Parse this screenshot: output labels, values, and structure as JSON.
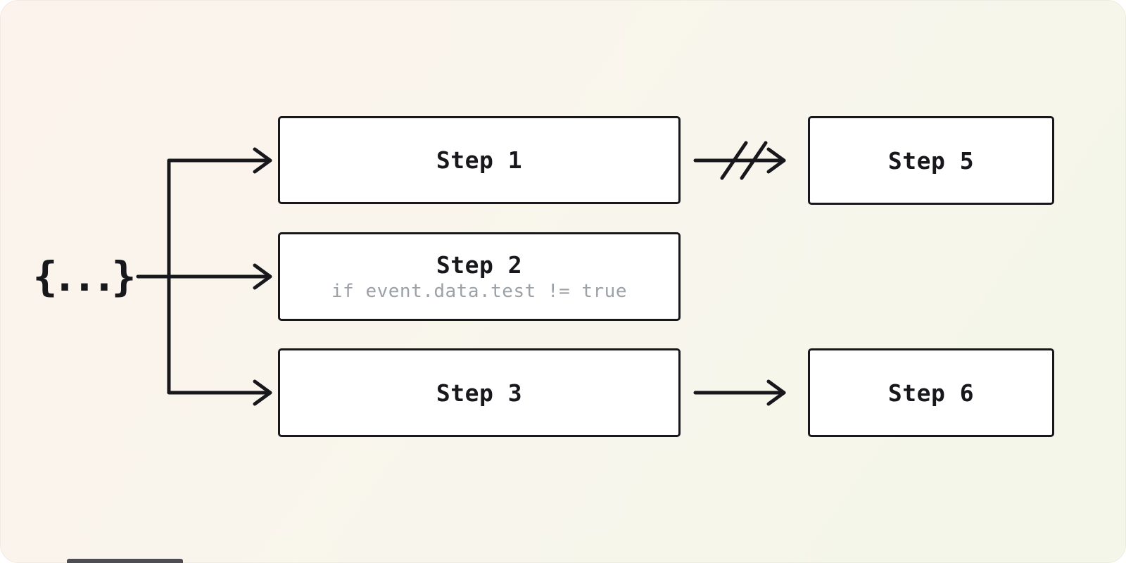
{
  "diagram": {
    "source": {
      "label": "{...}"
    },
    "boxes": [
      {
        "id": "step-1",
        "title": "Step 1",
        "subtitle": ""
      },
      {
        "id": "step-2",
        "title": "Step 2",
        "subtitle": "if event.data.test != true"
      },
      {
        "id": "step-3",
        "title": "Step 3",
        "subtitle": ""
      },
      {
        "id": "step-5",
        "title": "Step 5",
        "subtitle": ""
      },
      {
        "id": "step-6",
        "title": "Step 6",
        "subtitle": ""
      }
    ],
    "edges": [
      {
        "from": "source",
        "to": "step-1",
        "type": "fan-out-arrow"
      },
      {
        "from": "source",
        "to": "step-2",
        "type": "fan-out-arrow"
      },
      {
        "from": "source",
        "to": "step-3",
        "type": "fan-out-arrow"
      },
      {
        "from": "step-1",
        "to": "step-5",
        "type": "cancelled-arrow"
      },
      {
        "from": "step-3",
        "to": "step-6",
        "type": "arrow"
      }
    ],
    "colors": {
      "stroke": "#17171c",
      "box_bg": "#ffffff",
      "subtitle": "#9ba1a6",
      "bg_from": "#fcf3ec",
      "bg_mid": "#f8f6ec",
      "bg_to": "#f3f6e9",
      "strip": "#4d4d52"
    }
  }
}
